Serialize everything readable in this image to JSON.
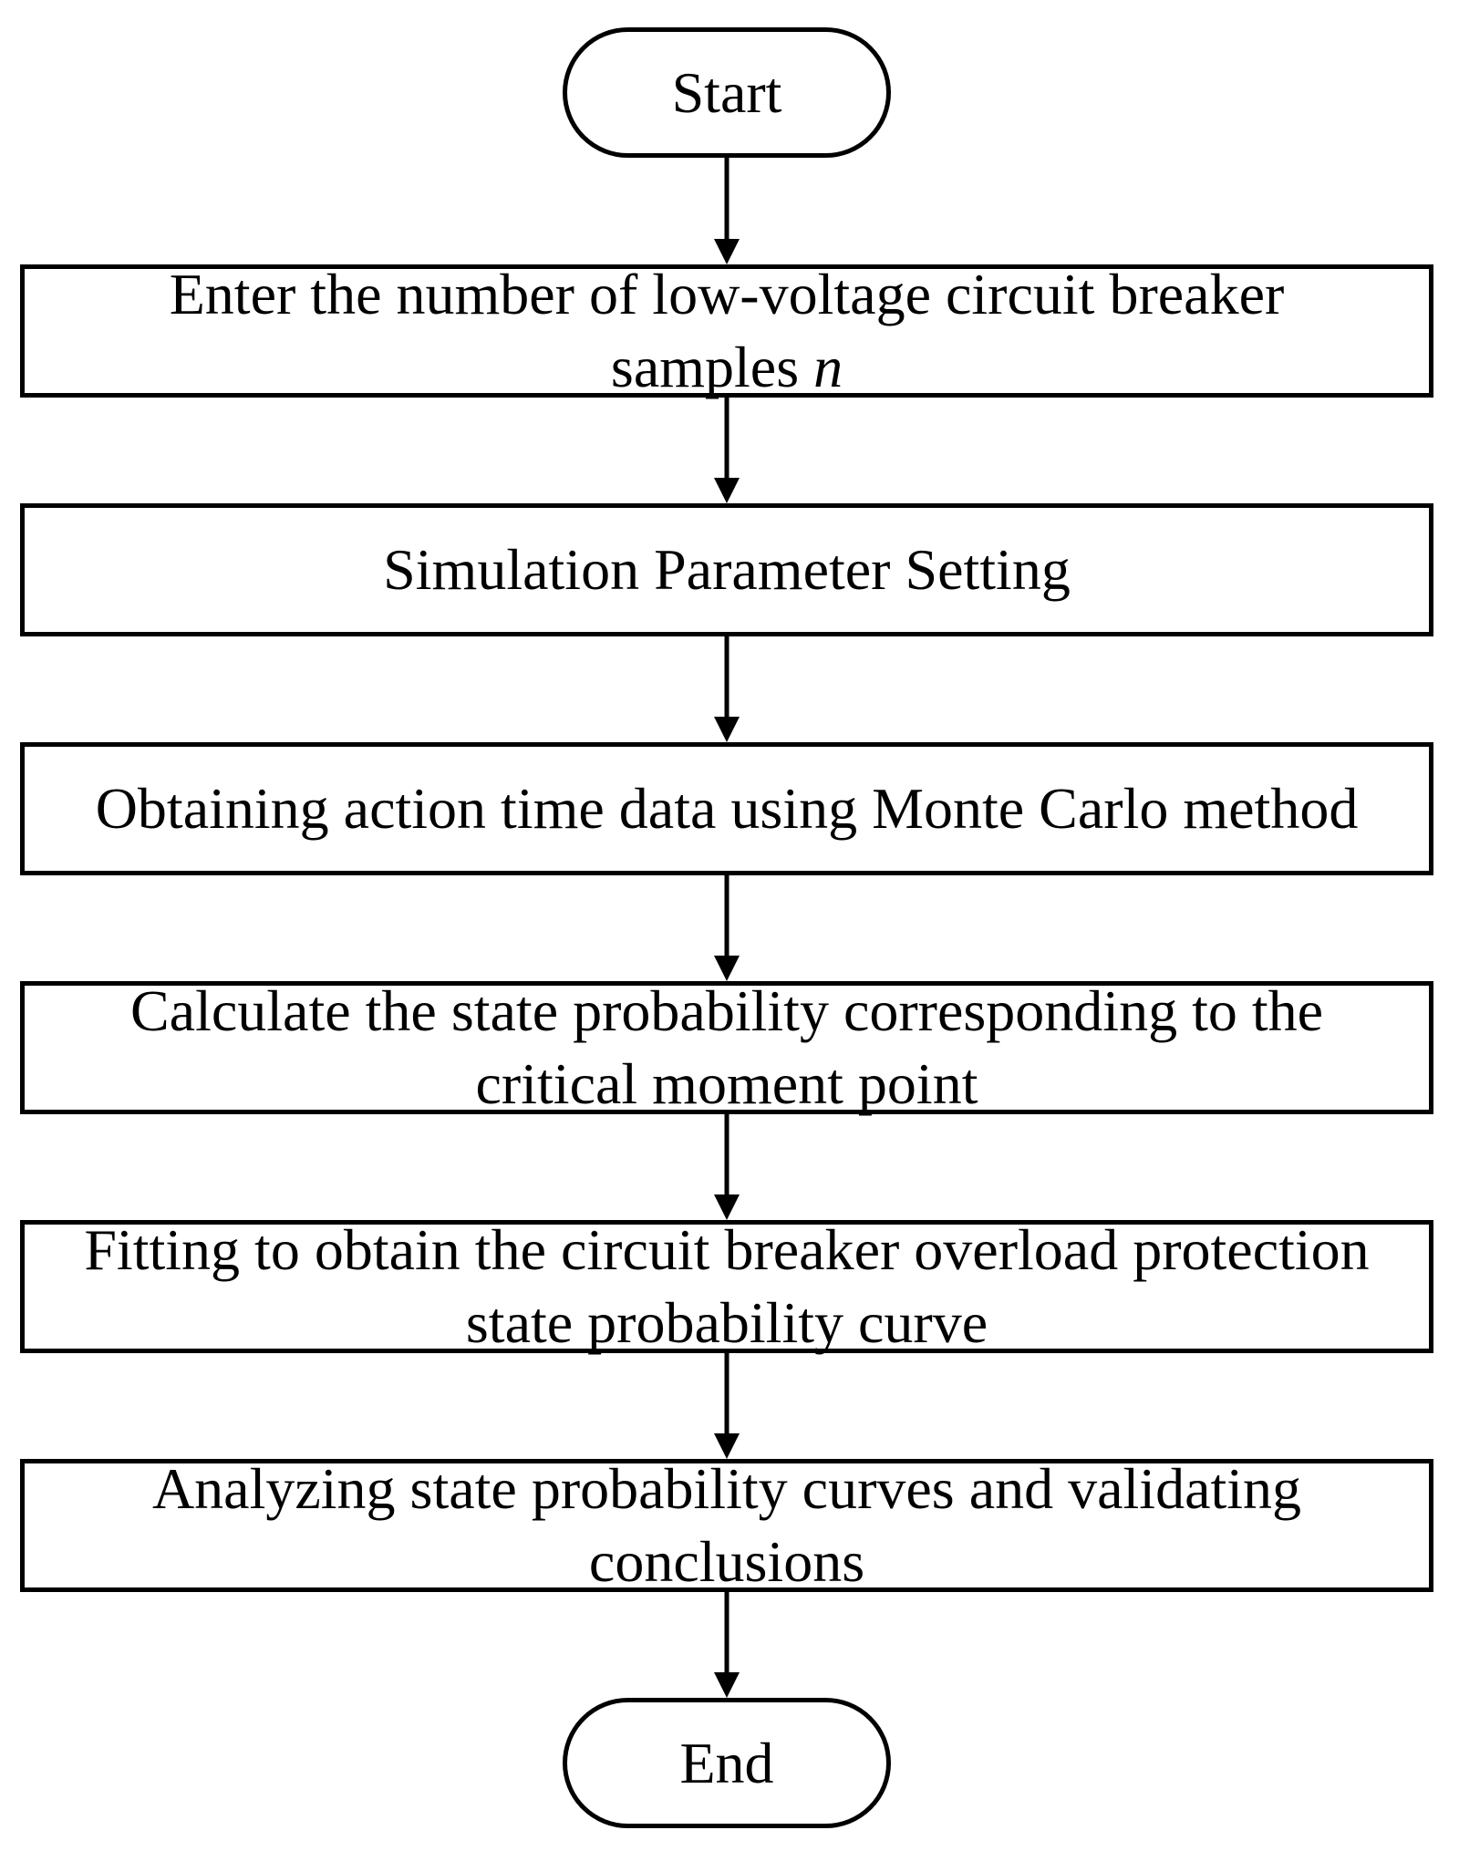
{
  "flowchart": {
    "start": {
      "label": "Start"
    },
    "steps": [
      {
        "line1": "Enter the number of low-voltage circuit breaker",
        "line2": "samples ",
        "variable": "n"
      },
      {
        "line1": "Simulation Parameter Setting"
      },
      {
        "line1": "Obtaining action time data using Monte Carlo method"
      },
      {
        "line1": "Calculate the state probability corresponding to the",
        "line2": "critical moment point"
      },
      {
        "line1": "Fitting to obtain the circuit breaker overload protection",
        "line2": "state probability curve"
      },
      {
        "line1": "Analyzing state probability curves and validating",
        "line2": "conclusions"
      }
    ],
    "end": {
      "label": "End"
    },
    "stroke_color": "#000000",
    "fill_color": "#ffffff"
  }
}
